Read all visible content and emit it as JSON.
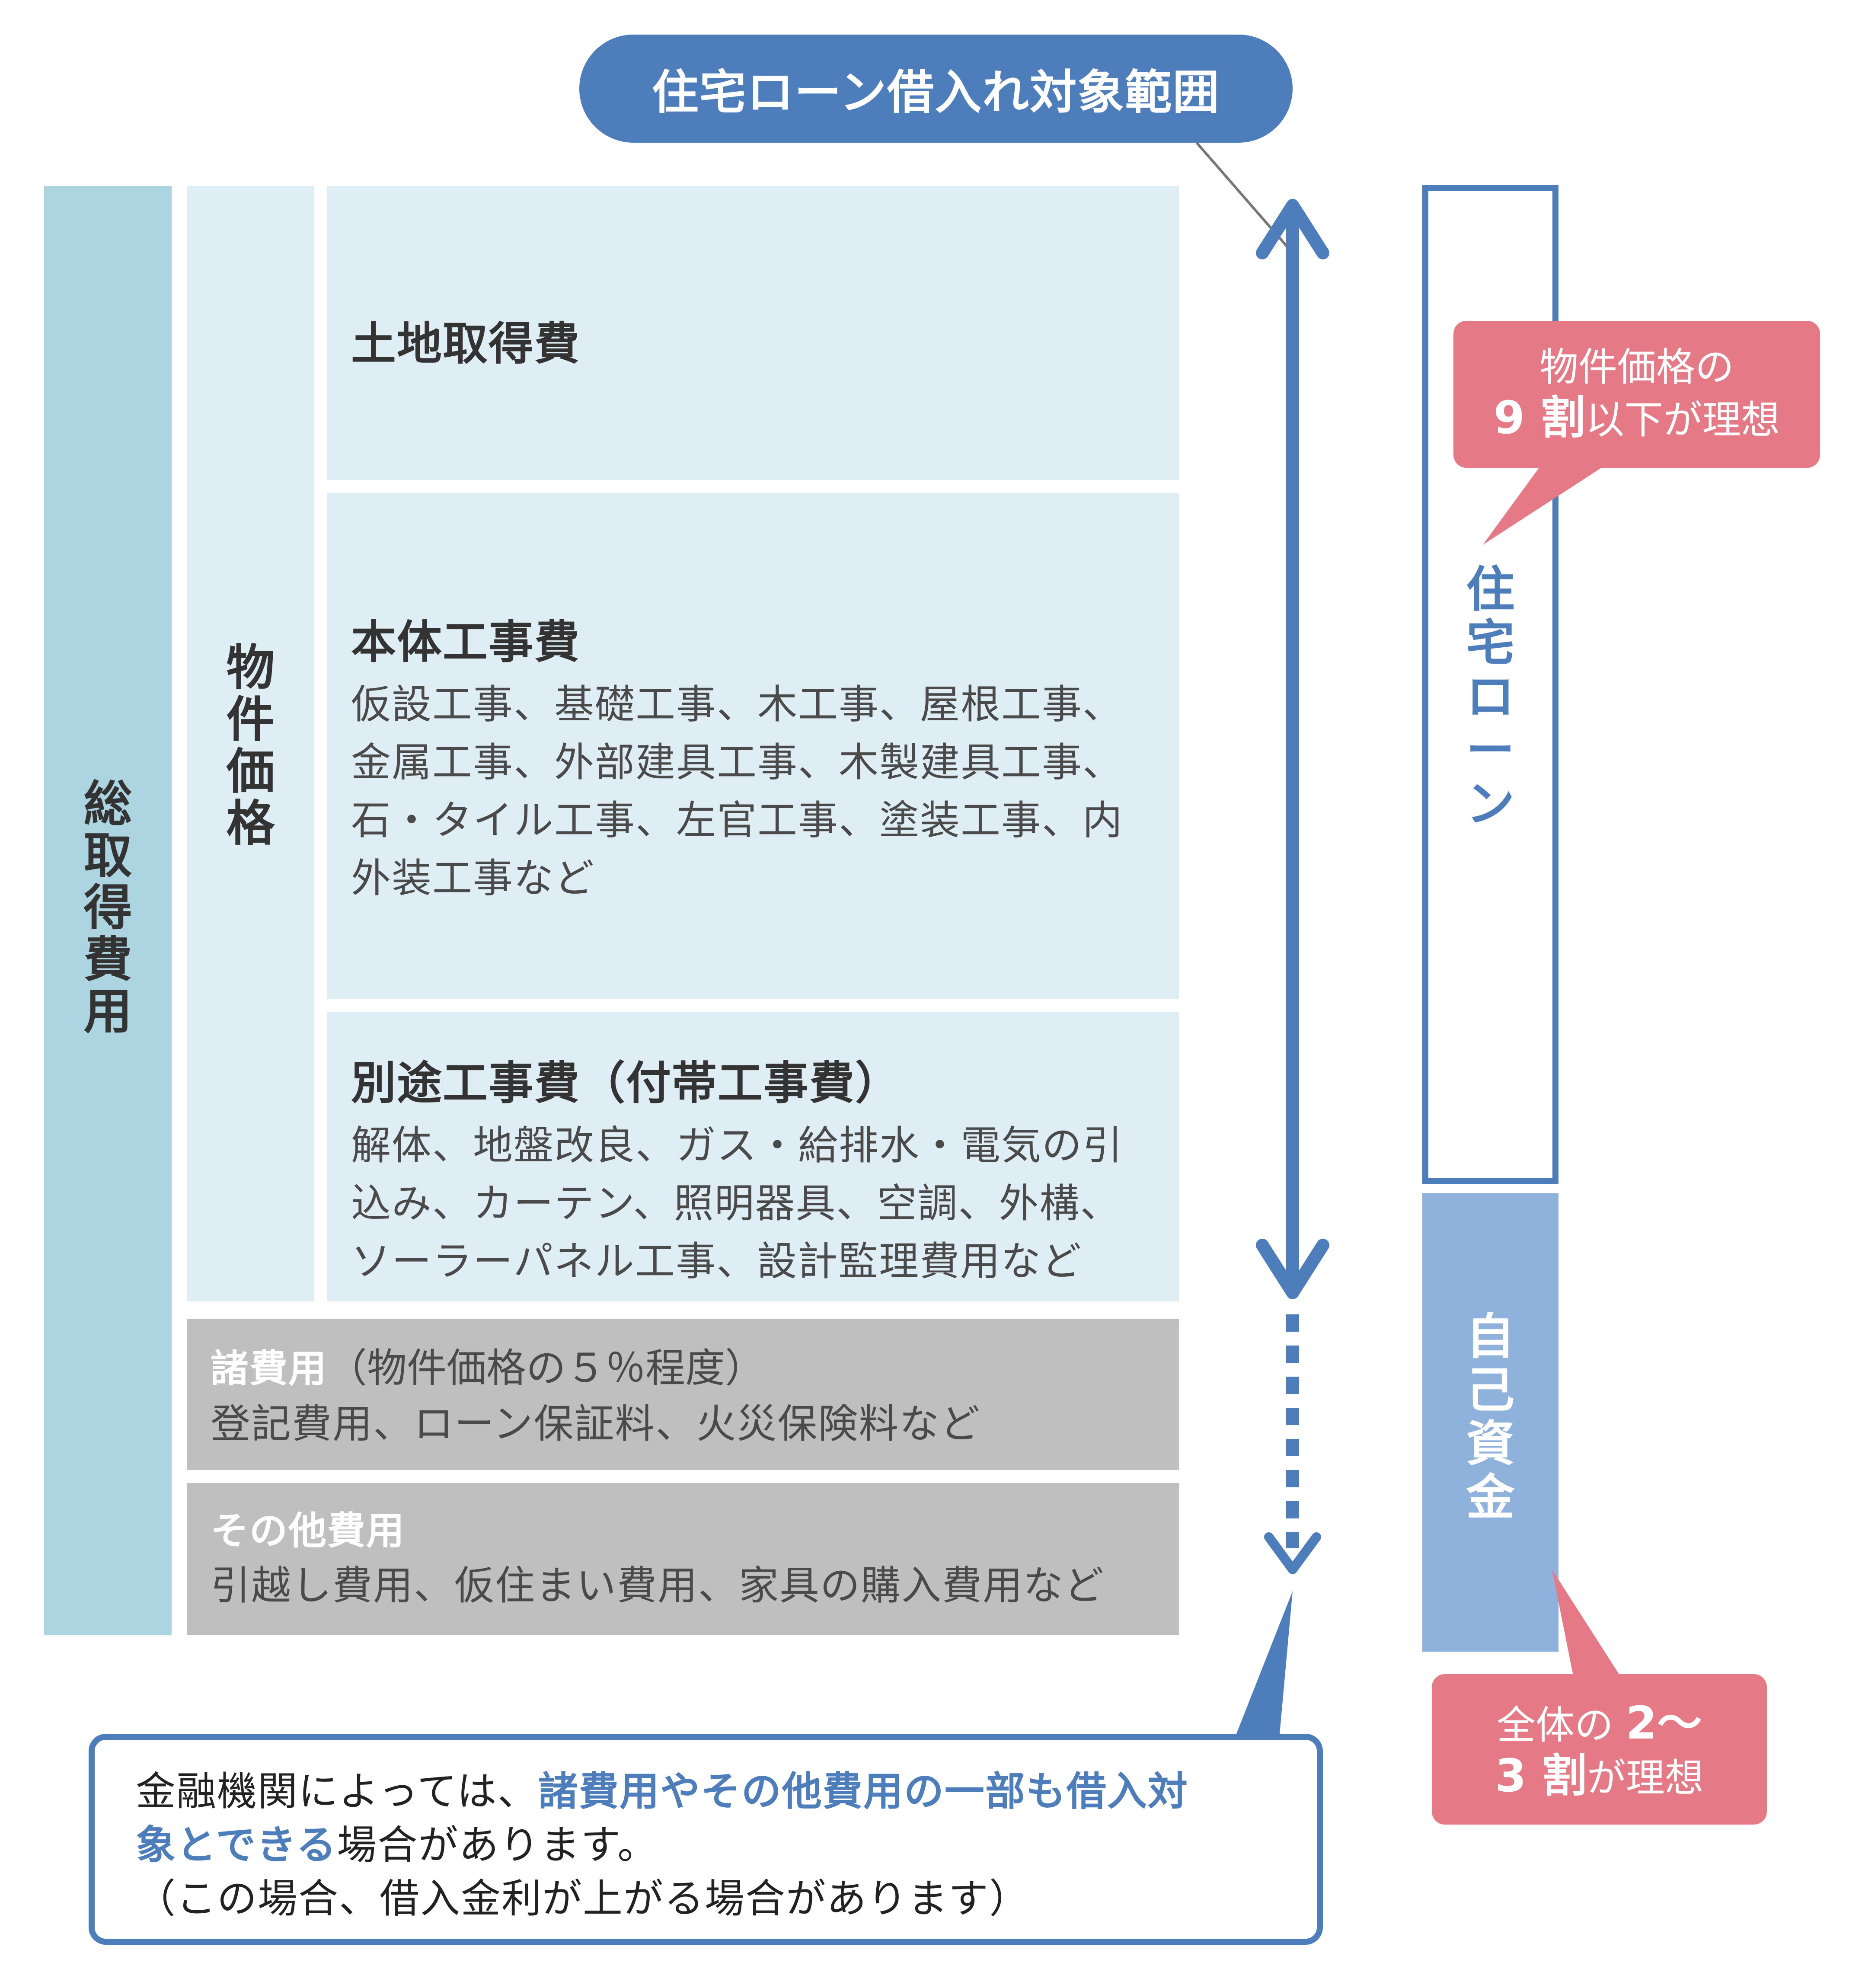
{
  "header": {
    "title": "住宅ローン借入れ対象範囲"
  },
  "left_columns": {
    "total": [
      "総",
      "取",
      "得",
      "費",
      "用"
    ],
    "price": [
      "物",
      "件",
      "価",
      "格"
    ]
  },
  "boxes": {
    "land": {
      "title": "土地取得費"
    },
    "main": {
      "title": "本体工事費",
      "lines": [
        "仮設工事、基礎工事、木工事、屋根工事、",
        "金属工事、外部建具工事、木製建具工事、",
        "石・タイル工事、左官工事、塗装工事、内",
        "外装工事など"
      ]
    },
    "separate": {
      "title": "別途工事費（付帯工事費）",
      "lines": [
        "解体、地盤改良、ガス・給排水・電気の引",
        "込み、カーテン、照明器具、空調、外構、",
        "ソーラーパネル工事、設計監理費用など"
      ]
    },
    "misc": {
      "title": "諸費用",
      "title_note": "（物件価格の５％程度）",
      "line": "登記費用、ローン保証料、火災保険料など"
    },
    "other": {
      "title": "その他費用",
      "line": "引越し費用、仮住まい費用、家具の購入費用など"
    }
  },
  "right_columns": {
    "loan": [
      "住",
      "宅",
      "ロ",
      "ー",
      "ン"
    ],
    "own": [
      "自",
      "己",
      "資",
      "金"
    ]
  },
  "callouts": {
    "loan": {
      "line1": "物件価格の",
      "num": "9 割",
      "rest": "以下が理想"
    },
    "own": {
      "line1_a": "全体の ",
      "line1_num": "2〜",
      "num": "3 割",
      "rest": "が理想"
    }
  },
  "note": {
    "part1": "金融機関によっては、",
    "highlight1": "諸費用やその他費用の一部も借入対",
    "highlight2": "象とできる",
    "part2": "場合があります。",
    "line3": "（この場合、借入金利が上がる場合があります）"
  },
  "colors": {
    "accent": "#4d7ebb",
    "pink": "#e57a86",
    "own_fund": "#8fb2dd",
    "total_col": "#acd5e1",
    "light_box": "#deeef4",
    "gray_box": "#bfbfbf"
  }
}
